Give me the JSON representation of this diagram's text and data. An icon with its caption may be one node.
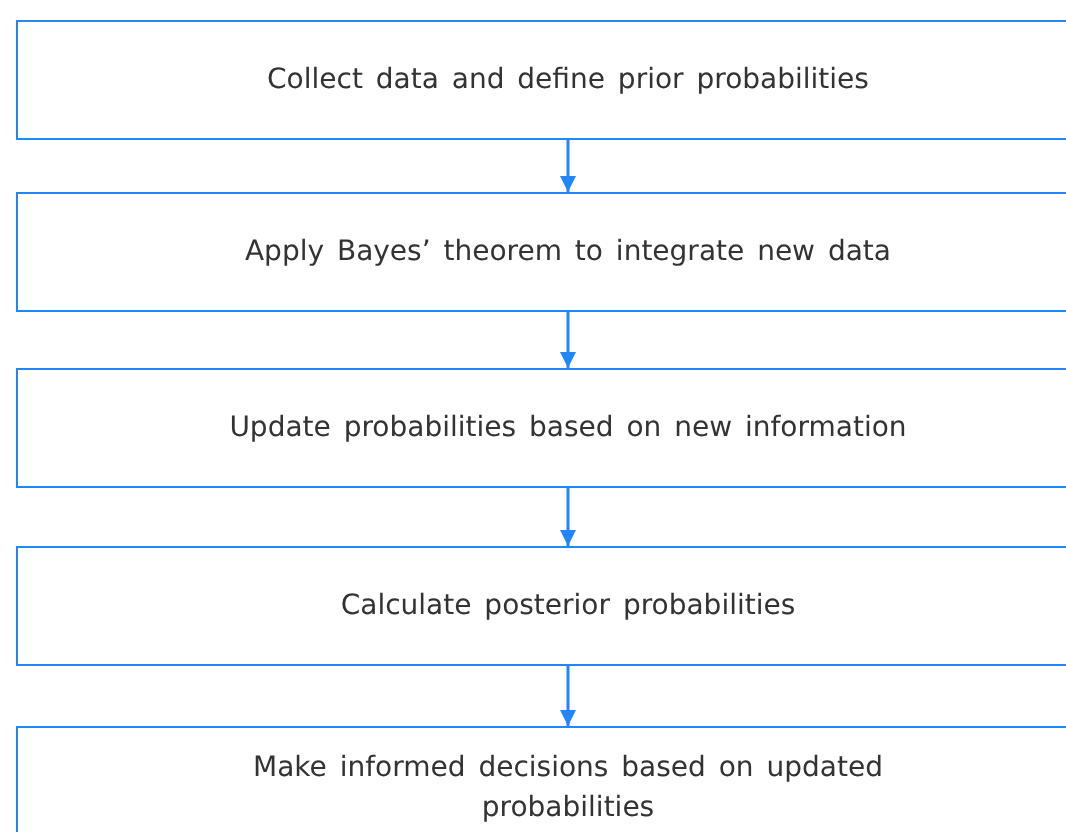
{
  "diagram": {
    "nodes": [
      {
        "text": [
          "Collect data and define prior probabilities"
        ]
      },
      {
        "text": [
          "Apply Bayes’ theorem to integrate new data"
        ]
      },
      {
        "text": [
          "Update probabilities based on new information"
        ]
      },
      {
        "text": [
          "Calculate posterior probabilities"
        ]
      },
      {
        "text": [
          "Make informed decisions based on updated probabilities"
        ]
      }
    ],
    "edges": [
      {
        "from": 0,
        "to": 1,
        "arrow": "to"
      },
      {
        "from": 1,
        "to": 2,
        "arrow": "to"
      },
      {
        "from": 2,
        "to": 3,
        "arrow": "to"
      },
      {
        "from": 3,
        "to": 4,
        "arrow": "to"
      }
    ]
  }
}
